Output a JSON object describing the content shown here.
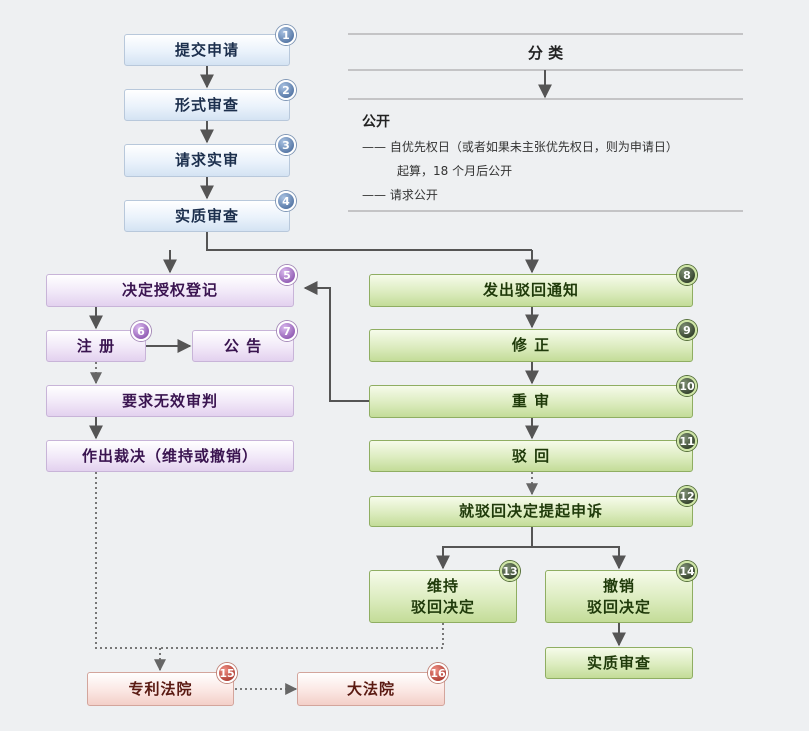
{
  "steps": {
    "submit": {
      "label": "提交申请",
      "num": "1"
    },
    "formal": {
      "label": "形式审查",
      "num": "2"
    },
    "request_exam": {
      "label": "请求实审",
      "num": "3"
    },
    "substantive": {
      "label": "实质审查",
      "num": "4"
    },
    "grant": {
      "label": "决定授权登记",
      "num": "5"
    },
    "register": {
      "label": "注 册",
      "num": "6"
    },
    "announce": {
      "label": "公 告",
      "num": "7"
    },
    "invalid_request": {
      "label": "要求无效审判"
    },
    "ruling": {
      "label": "作出裁决（维持或撤销）"
    },
    "rejection_notice": {
      "label": "发出驳回通知",
      "num": "8"
    },
    "amend": {
      "label": "修 正",
      "num": "9"
    },
    "reexam": {
      "label": "重 审",
      "num": "10"
    },
    "reject": {
      "label": "驳 回",
      "num": "11"
    },
    "appeal": {
      "label": "就驳回决定提起申诉",
      "num": "12"
    },
    "maintain": {
      "label_line1": "维持",
      "label_line2": "驳回决定",
      "num": "13"
    },
    "revoke": {
      "label_line1": "撤销",
      "label_line2": "驳回决定",
      "num": "14"
    },
    "substantive2": {
      "label": "实质审查"
    },
    "patent_court": {
      "label": "专利法院",
      "num": "15"
    },
    "supreme_court": {
      "label": "大法院",
      "num": "16"
    }
  },
  "info": {
    "title": "分 类",
    "heading": "公开",
    "line1": "—— 自优先权日（或者如果未主张优先权日，则为申请日）",
    "line2": "起算，18 个月后公开",
    "line3": "—— 请求公开"
  },
  "colors": {
    "blue_box": "#d4e3f3",
    "purple_box": "#e3d1ef",
    "green_box": "#c3dc98",
    "red_box": "#f3cfc8",
    "line": "#555555"
  }
}
